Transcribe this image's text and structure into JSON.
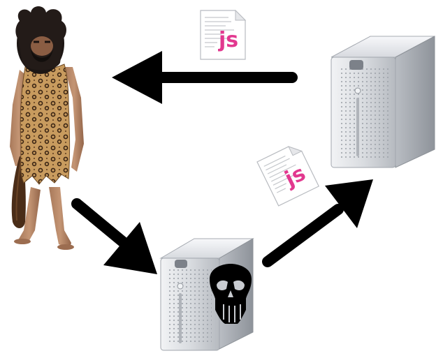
{
  "diagram": {
    "nodes": [
      {
        "id": "caveman",
        "kind": "person",
        "icon": "caveman-figure-icon"
      },
      {
        "id": "web-server",
        "kind": "server",
        "icon": "server-tower-icon"
      },
      {
        "id": "malicious-server",
        "kind": "server",
        "icon": "server-tower-icon",
        "badge_icon": "skull-icon"
      }
    ],
    "edges": [
      {
        "from": "caveman",
        "to": "malicious-server"
      },
      {
        "from": "malicious-server",
        "to": "web-server",
        "payload": "js-file-icon"
      },
      {
        "from": "web-server",
        "to": "caveman",
        "payload": "js-file-icon"
      }
    ],
    "js_label": "js",
    "colors": {
      "arrow": "#000000",
      "js_text": "#e2388f",
      "server_body": "#c9ccd1",
      "skull": "#000000"
    }
  }
}
